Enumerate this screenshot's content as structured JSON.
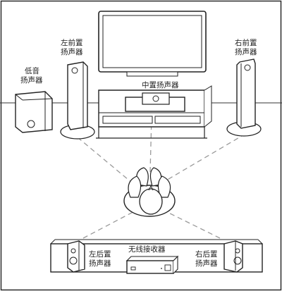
{
  "labels": {
    "front_left": [
      "左前置",
      "扬声器"
    ],
    "front_right": [
      "右前置",
      "扬声器"
    ],
    "subwoofer": [
      "低音",
      "扬声器"
    ],
    "center": "中置扬声器",
    "rear_left": [
      "左后置",
      "扬声器"
    ],
    "rear_right": [
      "右后置",
      "扬声器"
    ],
    "wireless_receiver": "无线接收器"
  }
}
